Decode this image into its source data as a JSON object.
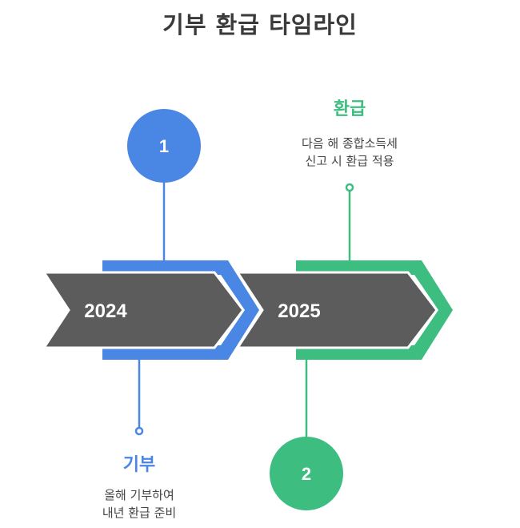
{
  "title": "기부 환급 타임라인",
  "colors": {
    "blue": "#4a86e4",
    "green": "#3dbe80",
    "arrow": "#5c5c5c",
    "text": "#3a3a3a"
  },
  "steps": [
    {
      "number": "1",
      "year": "2024",
      "heading": "기부",
      "desc": [
        "올해 기부하여",
        "내년 환급 준비"
      ]
    },
    {
      "number": "2",
      "year": "2025",
      "heading": "환급",
      "desc": [
        "다음 해 종합소득세",
        "신고 시 환급 적용"
      ]
    }
  ]
}
